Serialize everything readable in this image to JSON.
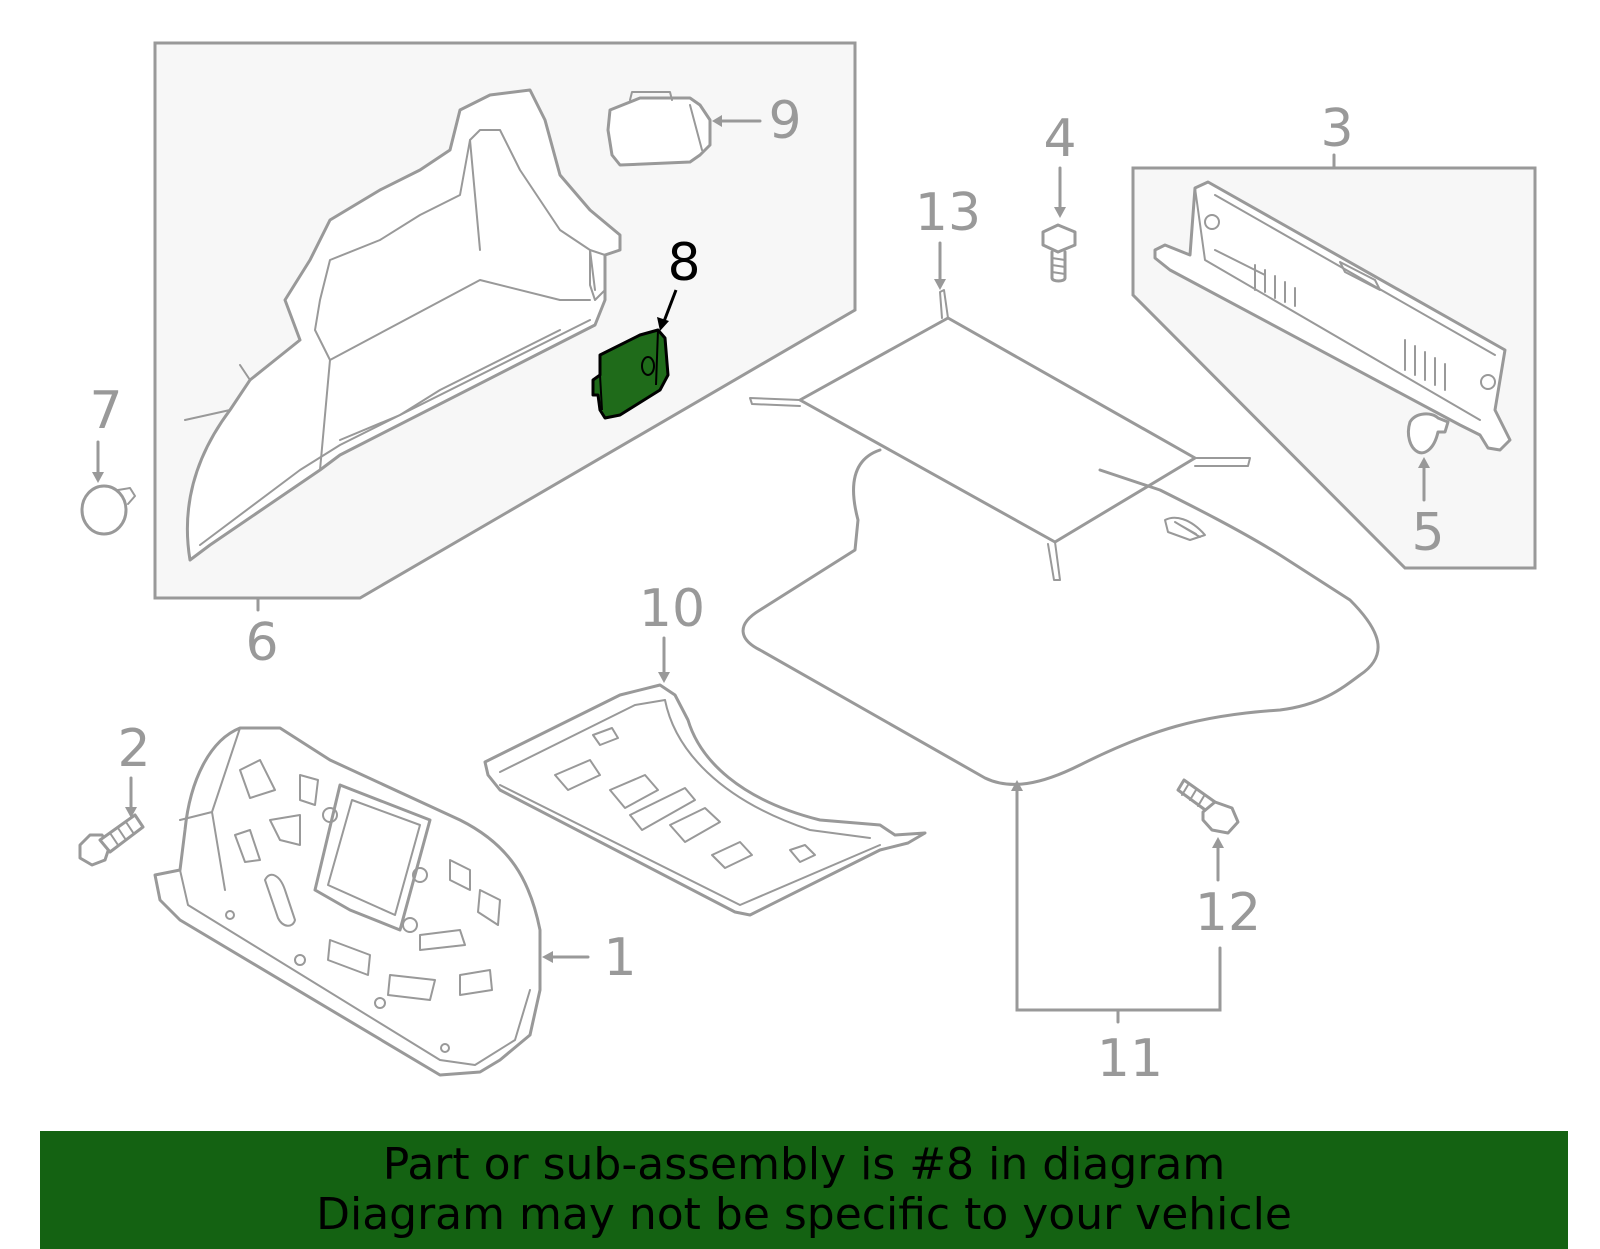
{
  "diagram": {
    "highlight_color": "#1f6b1a",
    "part_color": "#999999",
    "highlighted_part": "8",
    "callouts": [
      {
        "id": "1",
        "text": "1"
      },
      {
        "id": "2",
        "text": "2"
      },
      {
        "id": "3",
        "text": "3"
      },
      {
        "id": "4",
        "text": "4"
      },
      {
        "id": "5",
        "text": "5"
      },
      {
        "id": "6",
        "text": "6"
      },
      {
        "id": "7",
        "text": "7"
      },
      {
        "id": "8",
        "text": "8"
      },
      {
        "id": "9",
        "text": "9"
      },
      {
        "id": "10",
        "text": "10"
      },
      {
        "id": "11",
        "text": "11"
      },
      {
        "id": "12",
        "text": "12"
      },
      {
        "id": "13",
        "text": "13"
      }
    ]
  },
  "banner": {
    "background": "#146212",
    "line1": "Part or sub-assembly is #8 in diagram",
    "line2": "Diagram may not be specific to your vehicle"
  }
}
